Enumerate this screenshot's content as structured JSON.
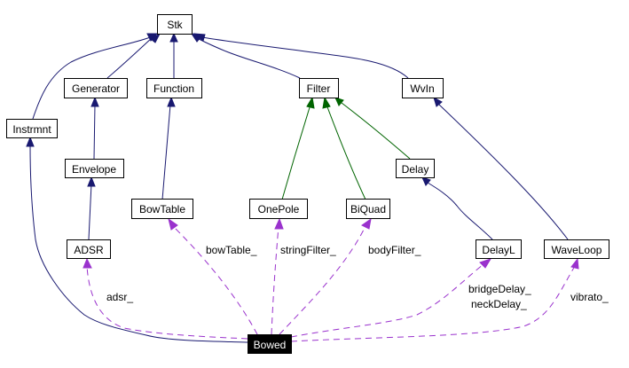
{
  "diagram": {
    "nodes": {
      "stk": "Stk",
      "generator": "Generator",
      "function": "Function",
      "filter": "Filter",
      "wvin": "WvIn",
      "instrmnt": "Instrmnt",
      "envelope": "Envelope",
      "delay": "Delay",
      "bowtable": "BowTable",
      "onepole": "OnePole",
      "biquad": "BiQuad",
      "adsr": "ADSR",
      "delayl": "DelayL",
      "waveloop": "WaveLoop",
      "bowed": "Bowed"
    },
    "edge_labels": {
      "bowtable": "bowTable_",
      "stringfilter": "stringFilter_",
      "bodyfilter": "bodyFilter_",
      "adsr": "adsr_",
      "bridgedelay": "bridgeDelay_",
      "neckdelay": "neckDelay_",
      "vibrato": "vibrato_"
    },
    "colors": {
      "inheritance": "#191970",
      "inheritance_filter": "#006400",
      "usage": "#9a32cd",
      "focus_node": "#000000"
    }
  }
}
